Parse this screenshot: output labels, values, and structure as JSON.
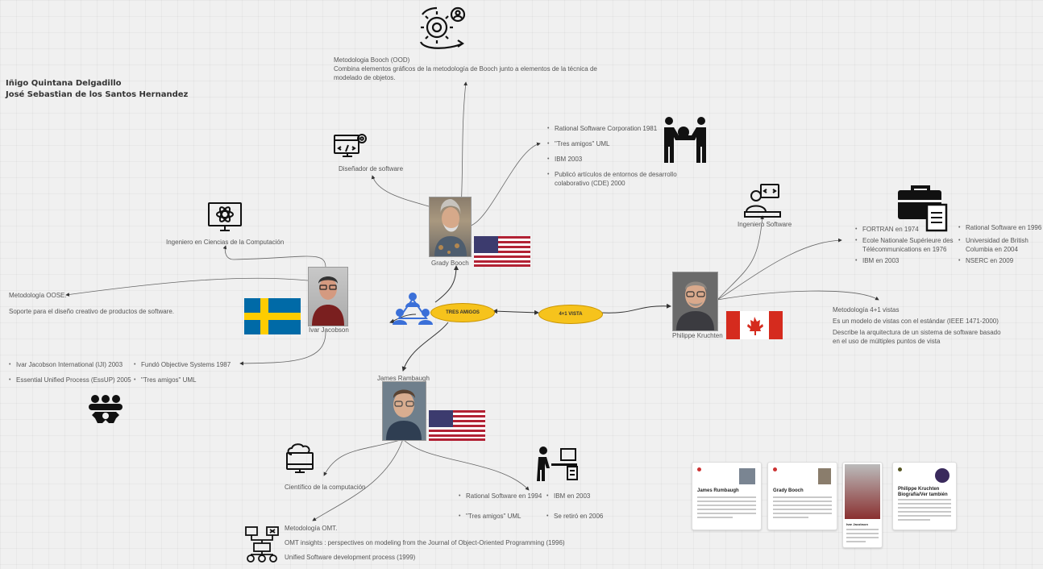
{
  "authors": [
    "Iñigo Quintana Delgadillo",
    "José Sebastian de los Santos Hernandez"
  ],
  "booch": {
    "name": "Grady Booch",
    "role": "Diseñador de software",
    "method_title": "Metodologia Booch (OOD)",
    "method_desc": [
      "Combina elementos gráficos de la metodología de Booch junto a elementos de la técnica de",
      "modelado de objetos."
    ],
    "facts": [
      "Rational Software Corporation 1981",
      "\"Tres amigos\" UML",
      "IBM 2003",
      "Publicó artículos de entornos de desarrollo colaborativo (CDE) 2000"
    ]
  },
  "jacobson": {
    "name": "Ivar Jacobson",
    "role": "Ingeniero en Ciencias de la Computación",
    "method_title": "Metodología OOSE.",
    "method_desc": "Soporte para el diseño creativo de productos de software.",
    "facts_left": [
      "Ivar Jacobson International (IJI) 2003",
      "Essential Unified Process (EssUP) 2005"
    ],
    "facts_right": [
      "Fundó Objective Systems 1987",
      "\"Tres amigos\" UML"
    ]
  },
  "rumbaugh": {
    "name": "James Rambaugh",
    "role": "Científico de la computación",
    "method_title": "Metodología OMT.",
    "method_lines": [
      "OMT insights : perspectives on modeling from the Journal of Object-Oriented Programming (1996)",
      "Unified Software development process (1999)"
    ],
    "facts_left": [
      "Rational Software en 1994",
      "\"Tres amigos\" UML"
    ],
    "facts_right": [
      "IBM en 2003",
      "Se retiró en 2006"
    ]
  },
  "kruchten": {
    "name": "Philippe Kruchten",
    "role": "Ingeniero Software",
    "method_title": "Metodología 4+1 vistas",
    "method_lines": [
      "Es un modelo de vistas con el estándar (IEEE 1471-2000)",
      "Describe la arquitectura de un sistema de software basado",
      "en el uso de múltiples puntos de vista"
    ],
    "facts_left": [
      "FORTRAN en 1974",
      "Ecole Nationale Supérieure des Télécommunications en 1976",
      "IBM en 2003"
    ],
    "facts_right": [
      "Rational Software en 1996",
      "Universidad de British Columbia  en 2004",
      "NSERC en 2009"
    ]
  },
  "hubs": {
    "tres_amigos": "TRES AMIGOS",
    "vista": "4+1 VISTA"
  },
  "cards": [
    {
      "title": "James Rumbaugh"
    },
    {
      "title": "Grady Booch"
    },
    {
      "title": "Ivar Jacobson"
    },
    {
      "title": "Philippe Kruchten Biografía/Ver también"
    }
  ],
  "colors": {
    "ellipse": "#f6c31c",
    "us_red": "#b22234",
    "us_blue": "#3c3b6e",
    "se_blue": "#006aa7",
    "se_yellow": "#fecc00",
    "ca_red": "#d52b1e"
  }
}
